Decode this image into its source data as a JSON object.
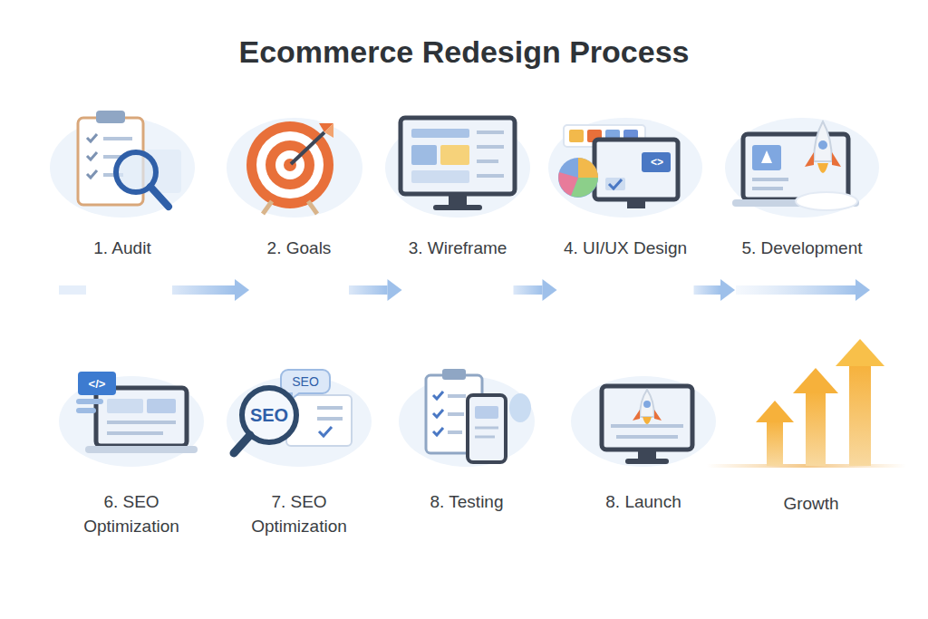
{
  "diagram": {
    "title": "Ecommerce Redesign Process",
    "nodes": [
      {
        "text": [
          "1. Audit"
        ]
      },
      {
        "text": [
          "2. Goals"
        ]
      },
      {
        "text": [
          "3. Wireframe"
        ]
      },
      {
        "text": [
          "4. UI/UX Design"
        ]
      },
      {
        "text": [
          "5. Development"
        ]
      },
      {
        "text": [
          "6. SEO Optimization"
        ]
      },
      {
        "text": [
          "7. SEO Optimization"
        ]
      },
      {
        "text": [
          "8. Testing"
        ]
      },
      {
        "text": [
          "8. Launch"
        ]
      },
      {
        "text": [
          "Growth"
        ]
      }
    ],
    "edges": [
      {
        "from": 0,
        "to": 1,
        "arrow": "to"
      },
      {
        "from": 1,
        "to": 2,
        "arrow": "to"
      },
      {
        "from": 2,
        "to": 3,
        "arrow": "to"
      },
      {
        "from": 3,
        "to": 4,
        "arrow": "to"
      }
    ],
    "labels": [
      "<>",
      "</>",
      "SEO",
      "SEO"
    ]
  }
}
